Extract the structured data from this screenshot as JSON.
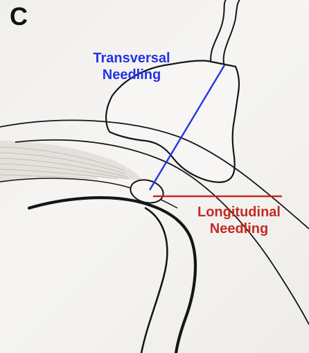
{
  "panel_letter": "C",
  "labels": {
    "transversal": [
      "Transversal",
      "Needling"
    ],
    "longitudinal": [
      "Longitudinal",
      "Needling"
    ]
  },
  "colors": {
    "transversal": "#2233e6",
    "longitudinal": "#c42a22",
    "ink": "#151515",
    "paper": "#f4f3f1"
  }
}
